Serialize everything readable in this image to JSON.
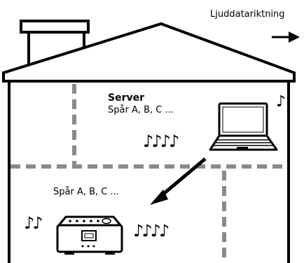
{
  "labels": {
    "direction": "Ljuddatariktning",
    "server_title": "Server",
    "server_tracks": "Spår A, B, C ...",
    "receiver_tracks": "Spår A, B, C ..."
  },
  "music_notes": {
    "laptop": "♪",
    "upper": "♪♪♪♪",
    "left": "♪♪",
    "right": "♪♪♪♪"
  },
  "colors": {
    "outline": "#000000",
    "dashed_walls": "#8a8a8a",
    "background": "#ffffff"
  }
}
